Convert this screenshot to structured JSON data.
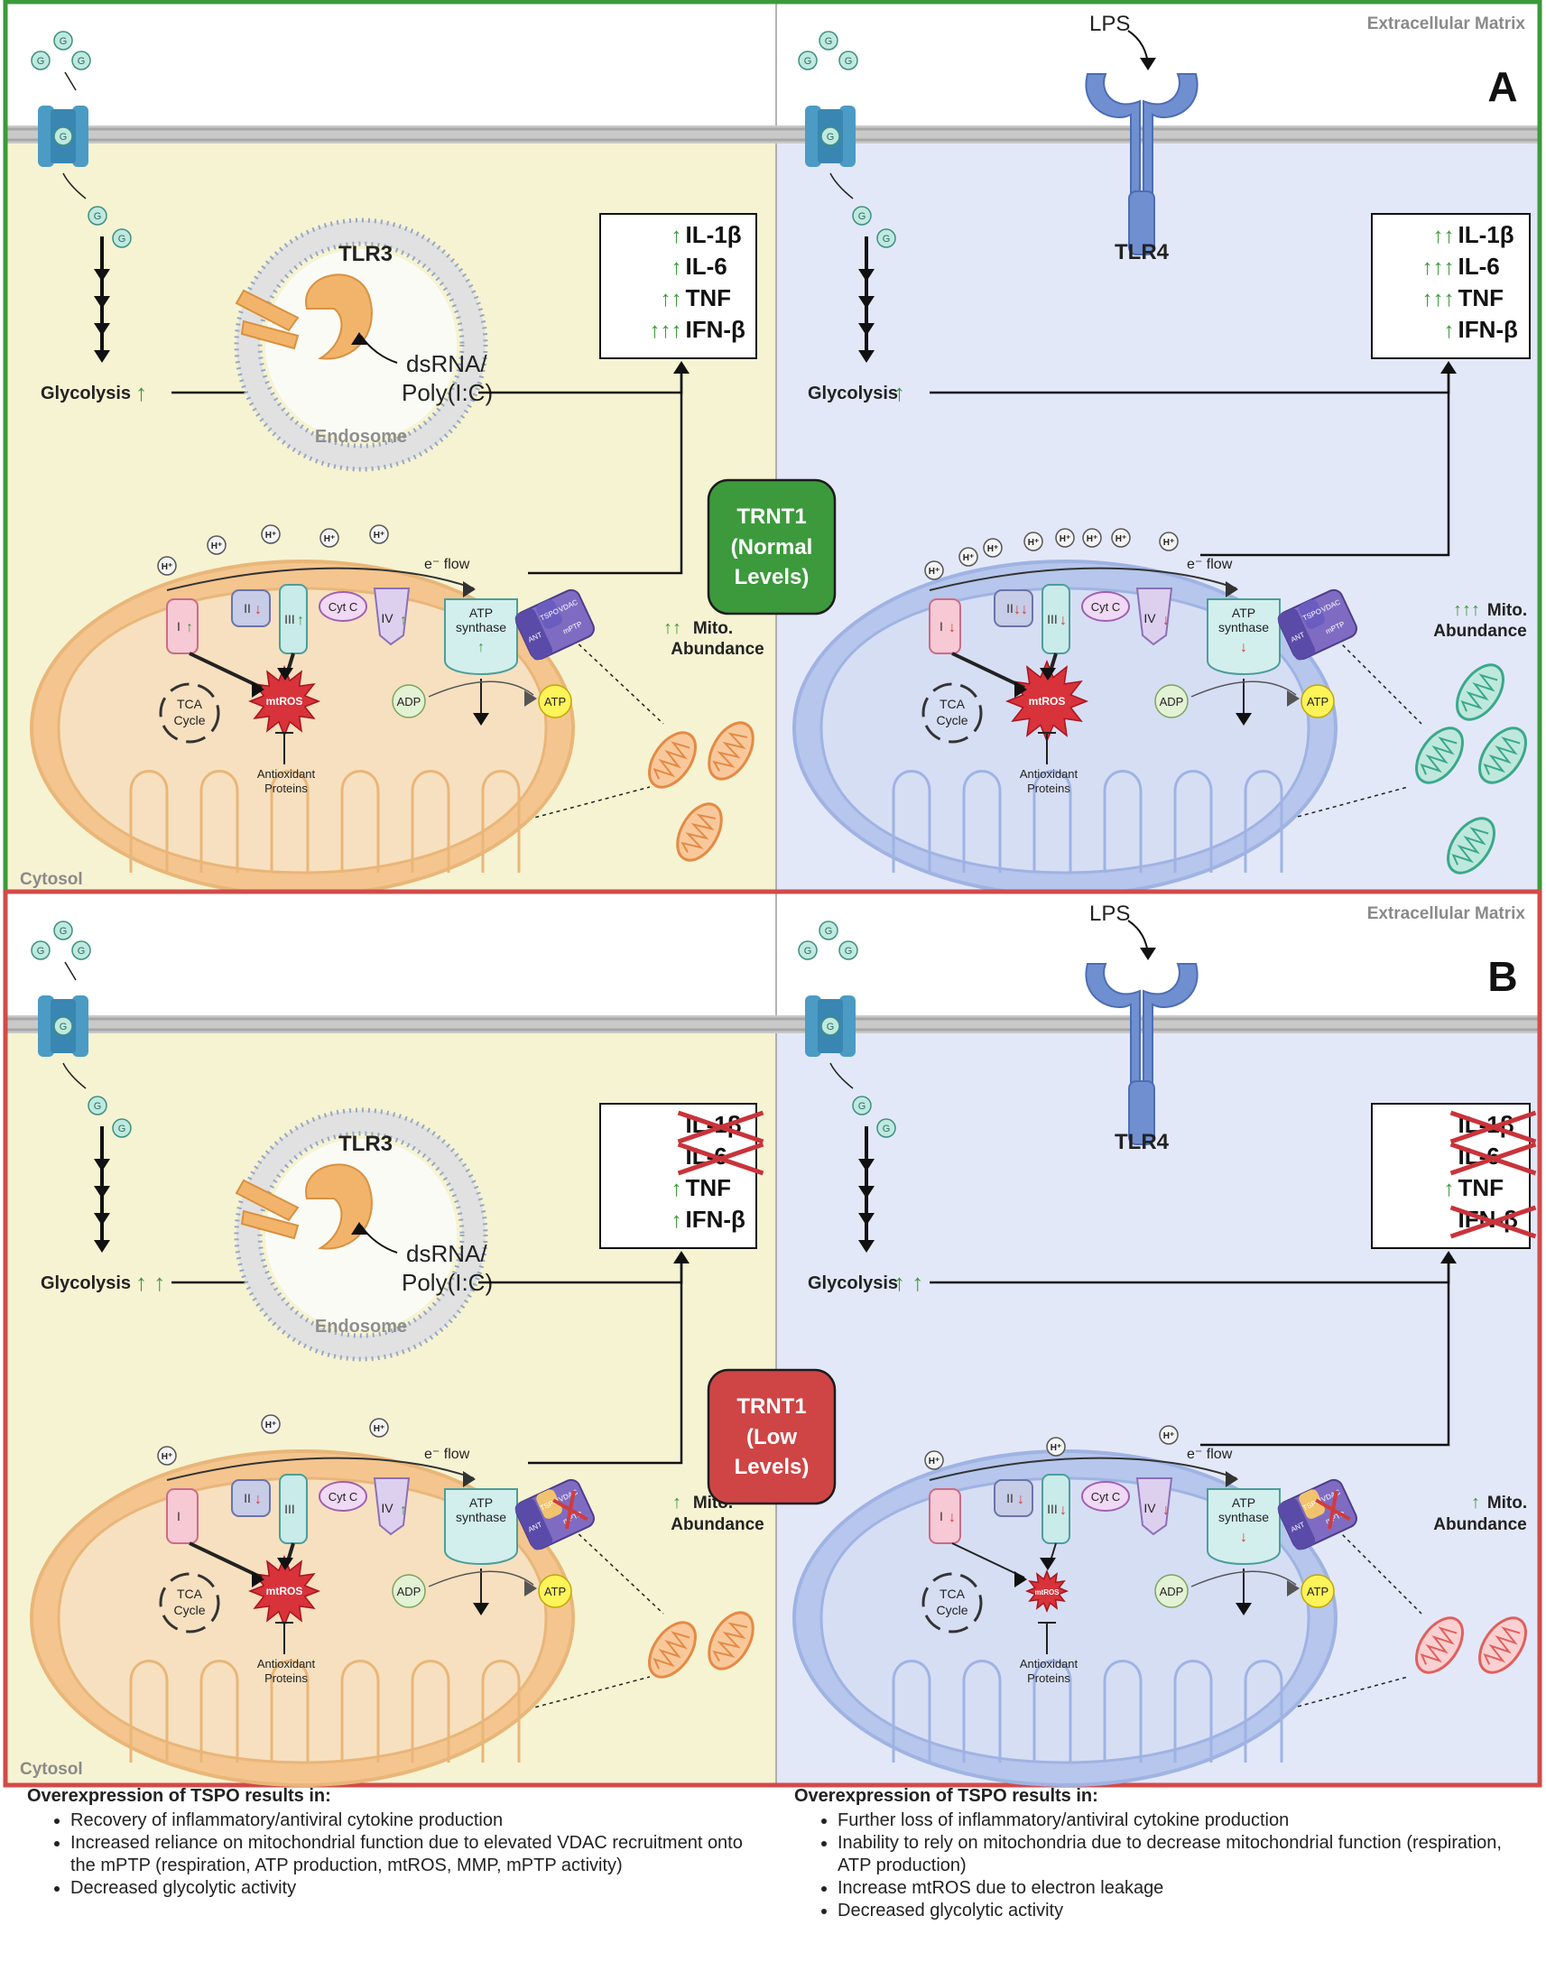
{
  "panels": [
    {
      "label": "A",
      "border": "#3a9a3a",
      "ecm_label": "Extracellular Matrix",
      "cytosol_label": "Cytosol",
      "trnt1": {
        "title": "TRNT1",
        "level_line1": "(Normal",
        "level_line2": "Levels)",
        "color": "#3c9a3c"
      },
      "left": {
        "receptor": "TLR3",
        "ligand_line1": "dsRNA/",
        "ligand_line2": "Poly(I:C)",
        "endosome": "Endosome",
        "glycolysis": "Glycolysis",
        "glycolysis_arrows": "↑",
        "cytokines": [
          {
            "arrows": "↑",
            "name": "IL-1β",
            "crossed": false
          },
          {
            "arrows": "↑",
            "name": "IL-6",
            "crossed": false
          },
          {
            "arrows": "↑↑",
            "name": "TNF",
            "crossed": false
          },
          {
            "arrows": "↑↑↑",
            "name": "IFN-β",
            "crossed": false
          }
        ],
        "mito_arrows": "↑↑",
        "mito_label1": "Mito.",
        "mito_label2": "Abundance",
        "antiox_arrows": "↑↑"
      },
      "right": {
        "ligand": "LPS",
        "receptor": "TLR4",
        "glycolysis": "Glycolysis",
        "glycolysis_arrows": "↑",
        "cytokines": [
          {
            "arrows": "↑↑",
            "name": "IL-1β",
            "crossed": false
          },
          {
            "arrows": "↑↑↑",
            "name": "IL-6",
            "crossed": false
          },
          {
            "arrows": "↑↑↑",
            "name": "TNF",
            "crossed": false
          },
          {
            "arrows": "↑",
            "name": "IFN-β",
            "crossed": false
          }
        ],
        "mito_arrows": "↑↑↑",
        "mito_label1": "Mito.",
        "mito_label2": "Abundance",
        "antiox_arrows": "↑↑"
      }
    },
    {
      "label": "B",
      "border": "#d24a4a",
      "ecm_label": "Extracellular Matrix",
      "cytosol_label": "Cytosol",
      "trnt1": {
        "title": "TRNT1",
        "level_line1": "(Low",
        "level_line2": "Levels)",
        "color": "#cf4545"
      },
      "left": {
        "receptor": "TLR3",
        "ligand_line1": "dsRNA/",
        "ligand_line2": "Poly(I:C)",
        "endosome": "Endosome",
        "glycolysis": "Glycolysis",
        "glycolysis_arrows": "↑ ↑",
        "cytokines": [
          {
            "arrows": "",
            "name": "IL-1β",
            "crossed": true
          },
          {
            "arrows": "",
            "name": "IL-6",
            "crossed": true
          },
          {
            "arrows": "↑",
            "name": "TNF",
            "crossed": false
          },
          {
            "arrows": "↑",
            "name": "IFN-β",
            "crossed": false
          }
        ],
        "mito_arrows": "↑",
        "mito_label1": "Mito.",
        "mito_label2": "Abundance",
        "antiox_arrows": "↑",
        "summary_head": "Overexpression of TSPO results in:",
        "summary": [
          "Recovery of inflammatory/antiviral cytokine production",
          "Increased reliance on mitochondrial function due to elevated VDAC recruitment onto the mPTP (respiration, ATP production, mtROS, MMP, mPTP activity)",
          "Decreased glycolytic activity"
        ]
      },
      "right": {
        "ligand": "LPS",
        "receptor": "TLR4",
        "glycolysis": "Glycolysis",
        "glycolysis_arrows": "↑ ↑",
        "cytokines": [
          {
            "arrows": "",
            "name": "IL-1β",
            "crossed": true
          },
          {
            "arrows": "",
            "name": "IL-6",
            "crossed": true
          },
          {
            "arrows": "↑",
            "name": "TNF",
            "crossed": false
          },
          {
            "arrows": "",
            "name": "IFN-β",
            "crossed": true
          }
        ],
        "mito_arrows": "↑",
        "mito_label1": "Mito.",
        "mito_label2": "Abundance",
        "antiox_arrows": "↑",
        "summary_head": "Overexpression of TSPO results in:",
        "summary": [
          "Further loss of inflammatory/antiviral cytokine production",
          "Inability to rely on mitochondria due to decrease mitochondrial function (respiration, ATP production)",
          "Increase mtROS due to electron leakage",
          "Decreased glycolytic activity"
        ]
      }
    }
  ],
  "mito_labels": {
    "complex1": "I",
    "complex2": "II",
    "complex3": "III",
    "complex4": "IV",
    "cytc": "Cyt C",
    "eflow": "e⁻ flow",
    "atp_synthase1": "ATP",
    "atp_synthase2": "synthase",
    "adp": "ADP",
    "atp": "ATP",
    "tca1": "TCA",
    "tca2": "Cycle",
    "mtros": "mtROS",
    "antiox1": "Antioxidant",
    "antiox2": "Proteins",
    "hplus": "H⁺",
    "glucose": "G",
    "tspo": "TSPO",
    "vdac": "VDAC",
    "ant": "ANT",
    "mptp": "mPTP"
  },
  "colors": {
    "left_bg": "#f6f3d2",
    "right_bg": "#e3e8f8",
    "membrane": "#c9c9c9",
    "glucose": "#bfe9df",
    "transporter": "#4b9bc4",
    "receptor": "#6f8fd0",
    "tlr3": "#f2b46a",
    "mito_left": "#f4c58e",
    "mito_right": "#b6c6ec",
    "up_arrow": "#3a9a3a",
    "down_arrow": "#d23b3b"
  }
}
